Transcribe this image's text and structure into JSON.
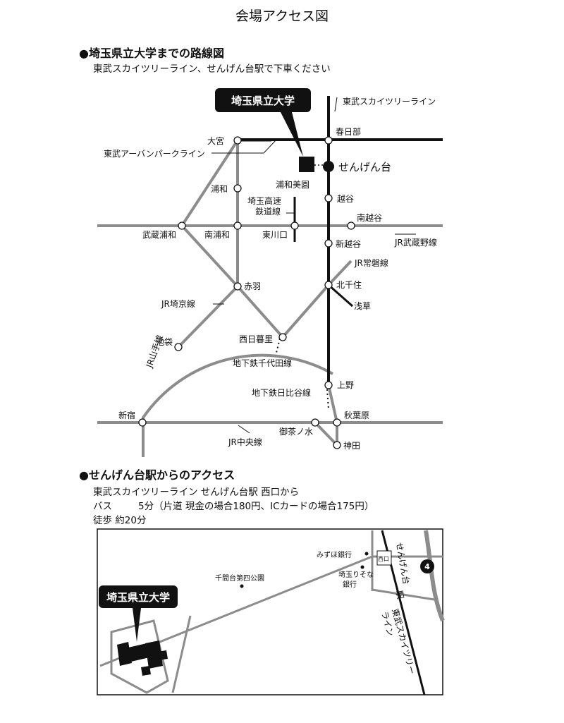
{
  "page": {
    "title": "会場アクセス図"
  },
  "route_section": {
    "heading": "●埼玉県立大学までの路線図",
    "subtitle": "東武スカイツリーライン、せんげん台駅で下車ください"
  },
  "route_map": {
    "university": "埼玉県立大学",
    "lines": {
      "tobu_skytree": "東武スカイツリーライン",
      "tobu_urban_park": "東武アーバンパークライン",
      "saitama_rapid_l1": "埼玉高速",
      "saitama_rapid_l2": "鉄道線",
      "jr_musashino": "JR武蔵野線",
      "jr_joban": "JR常磐線",
      "jr_saikyo": "JR埼京線",
      "jr_yamanote": "JR山手線",
      "subway_chiyoda": "地下鉄千代田線",
      "subway_hibiya": "地下鉄日比谷線",
      "jr_chuo": "JR中央線"
    },
    "stations": {
      "omiya": "大宮",
      "kasukabe": "春日部",
      "sengendai": "せんげん台",
      "urawa": "浦和",
      "urawa_misono": "浦和美園",
      "koshigaya": "越谷",
      "minami_koshigaya": "南越谷",
      "musashi_urawa": "武蔵浦和",
      "minami_urawa": "南浦和",
      "higashi_kawaguchi": "東川口",
      "shin_koshigaya": "新越谷",
      "akabane": "赤羽",
      "kita_senju": "北千住",
      "asakusa": "浅草",
      "ikebukuro": "池袋",
      "nishi_nippori": "西日暮里",
      "ueno": "上野",
      "shinjuku": "新宿",
      "akihabara": "秋葉原",
      "ochanomizu": "御茶ノ水",
      "kanda": "神田"
    }
  },
  "access_section": {
    "heading": "●せんげん台駅からのアクセス",
    "line1": "東武スカイツリーライン せんげん台駅 西口から",
    "bus_label": "バス",
    "bus_detail": "5分（片道 現金の場合180円、ICカードの場合175円）",
    "walk": "徒歩 約20分"
  },
  "local_map": {
    "university": "埼玉県立大学",
    "station_l1": "せんげん台",
    "station_l2": "駅",
    "west_exit": "西口",
    "mizuho": "みずほ銀行",
    "resona_l1": "埼玉りそな",
    "resona_l2": "銀行",
    "park": "千間台第四公園",
    "line_l1": "東武スカイツリー",
    "line_l2": "ライン",
    "route_number": "4"
  },
  "colors": {
    "rail_black": "#111111",
    "rail_gray": "#8c8c8c",
    "background": "#ffffff"
  }
}
